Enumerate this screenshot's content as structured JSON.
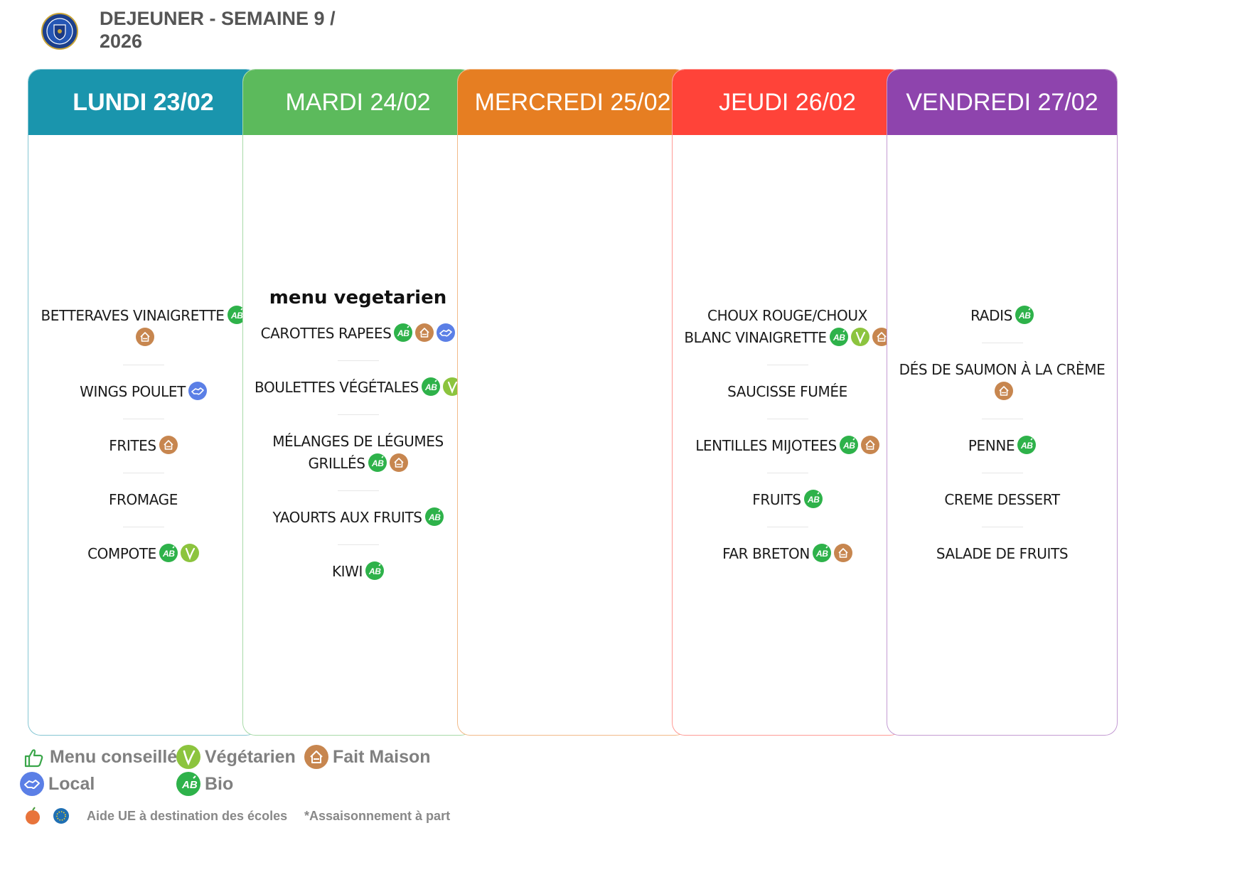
{
  "header": {
    "title": "DEJEUNER - SEMAINE 9 / 2026"
  },
  "colors": {
    "lundi": "#1a95ad",
    "mardi": "#5cba5c",
    "mercredi": "#e67e22",
    "jeudi": "#ff4339",
    "vendredi": "#8e44ad",
    "bio": "#2eb24a",
    "vegetarien": "#8cc43e",
    "fait_maison": "#c7864f",
    "local": "#5b7fe6"
  },
  "days": [
    {
      "label": "LUNDI 23/02",
      "bold": true,
      "note": "",
      "items": [
        {
          "name": "BETTERAVES VINAIGRETTE",
          "icons": [
            "bio-icon",
            "fait-maison-icon"
          ]
        },
        {
          "name": "WINGS POULET",
          "icons": [
            "local-icon"
          ]
        },
        {
          "name": "FRITES",
          "icons": [
            "fait-maison-icon"
          ]
        },
        {
          "name": "FROMAGE",
          "icons": []
        },
        {
          "name": "COMPOTE",
          "icons": [
            "bio-icon",
            "vegetarien-icon"
          ]
        }
      ]
    },
    {
      "label": "MARDI 24/02",
      "bold": false,
      "note": "menu vegetarien",
      "items": [
        {
          "name": "CAROTTES RAPEES",
          "icons": [
            "bio-icon",
            "fait-maison-icon",
            "local-icon"
          ]
        },
        {
          "name": "BOULETTES VÉGÉTALES",
          "icons": [
            "bio-icon",
            "vegetarien-icon"
          ]
        },
        {
          "name": "MÉLANGES DE LÉGUMES GRILLÉS",
          "icons": [
            "bio-icon",
            "fait-maison-icon"
          ]
        },
        {
          "name": "YAOURTS AUX FRUITS",
          "icons": [
            "bio-icon"
          ]
        },
        {
          "name": "KIWI",
          "icons": [
            "bio-icon"
          ]
        }
      ]
    },
    {
      "label": "MERCREDI 25/02",
      "bold": false,
      "note": "",
      "items": []
    },
    {
      "label": "JEUDI 26/02",
      "bold": false,
      "note": "",
      "items": [
        {
          "name": "CHOUX ROUGE/CHOUX BLANC VINAIGRETTE",
          "icons": [
            "bio-icon",
            "vegetarien-icon",
            "fait-maison-icon"
          ]
        },
        {
          "name": "SAUCISSE FUMÉE",
          "icons": []
        },
        {
          "name": "LENTILLES MIJOTEES",
          "icons": [
            "bio-icon",
            "fait-maison-icon"
          ]
        },
        {
          "name": "FRUITS",
          "icons": [
            "bio-icon"
          ]
        },
        {
          "name": "FAR BRETON",
          "icons": [
            "bio-icon",
            "fait-maison-icon"
          ]
        }
      ]
    },
    {
      "label": "VENDREDI 27/02",
      "bold": false,
      "note": "",
      "items": [
        {
          "name": "RADIS",
          "icons": [
            "bio-icon"
          ]
        },
        {
          "name": "DÉS DE SAUMON À LA CRÈME",
          "icons": [
            "fait-maison-icon"
          ]
        },
        {
          "name": "PENNE",
          "icons": [
            "bio-icon"
          ]
        },
        {
          "name": "CREME DESSERT",
          "icons": []
        },
        {
          "name": "SALADE DE FRUITS",
          "icons": []
        }
      ]
    }
  ],
  "legend": {
    "menu_conseille": "Menu conseillé",
    "vegetarien": "Végétarien",
    "fait_maison": "Fait Maison",
    "local": "Local",
    "bio": "Bio",
    "aide_ue": "Aide UE à destination des écoles",
    "assaisonnement": "*Assaisonnement à part"
  }
}
